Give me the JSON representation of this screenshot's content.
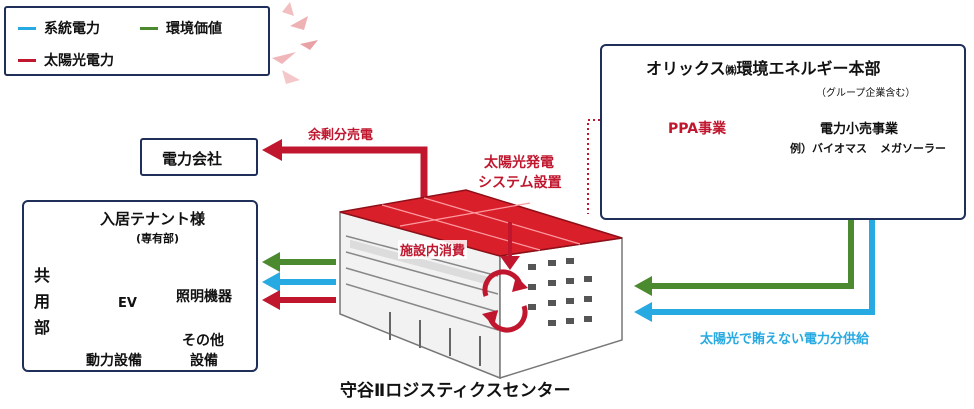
{
  "legend": {
    "grid_power": "系統電力",
    "env_value": "環境価値",
    "solar_power": "太陽光電力"
  },
  "colors": {
    "grid_blue": "#27a9e1",
    "env_green": "#4b8a2e",
    "solar_red": "#c0172f",
    "navy": "#1f2f5a"
  },
  "power_company": "電力会社",
  "surplus_sale": "余剰分売電",
  "solar_install": {
    "line1": "太陽光発電",
    "line2": "システム設置"
  },
  "onsite_consumption": "施設内消費",
  "tenant": {
    "title": "入居テナント様",
    "subtitle": "(専有部)",
    "ev": "EV",
    "lighting": "照明機器",
    "common": [
      "共",
      "用",
      "部"
    ],
    "power_equipment": "動力設備",
    "other": {
      "line1": "その他",
      "line2": "設備"
    }
  },
  "orix": {
    "title_pre": "オリックス",
    "title_mark": "㈱",
    "title_post": "環境エネルギー本部",
    "group_note": "（グループ企業含む）",
    "ppa": "PPA事業",
    "retail": "電力小売事業",
    "example": "例）バイオマス",
    "mega_solar": "メガソーラー"
  },
  "supply_shortfall": "太陽光で賄えない電力分供給",
  "facility_name": "守谷Ⅱロジスティクスセンター"
}
